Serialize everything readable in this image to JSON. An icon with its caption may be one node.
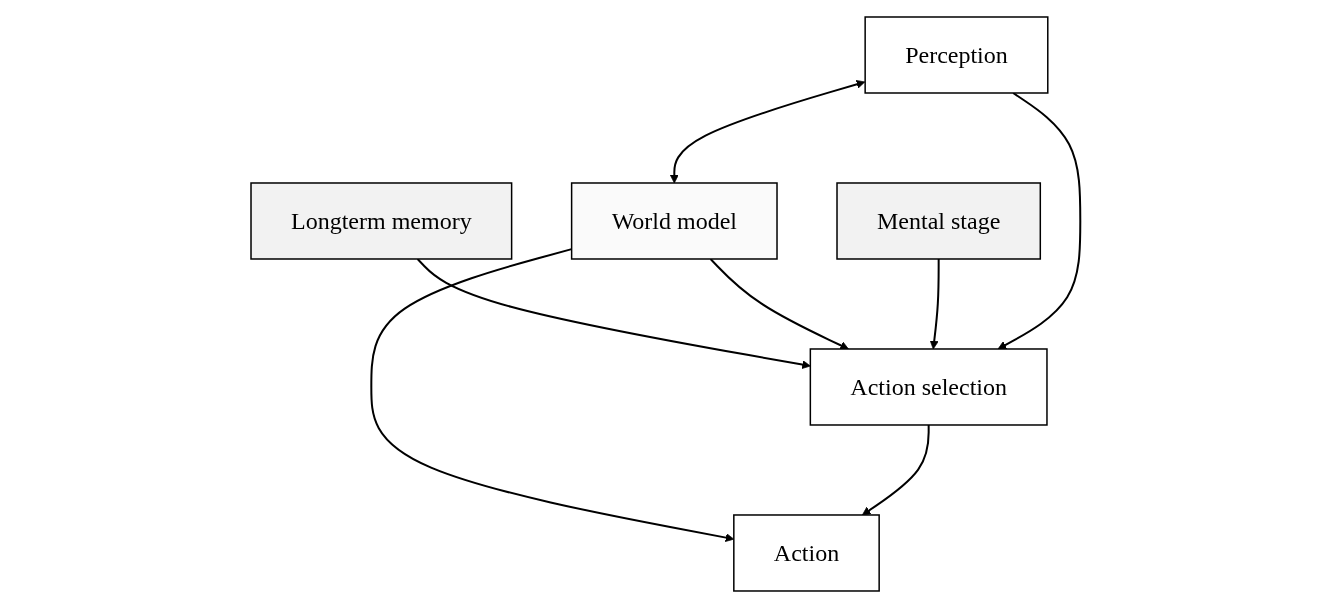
{
  "diagram": {
    "nodes": [
      {
        "text": [
          "Longterm memory"
        ]
      },
      {
        "text": [
          "World model"
        ]
      },
      {
        "text": [
          "Mental stage"
        ]
      },
      {
        "text": [
          "Perception"
        ]
      },
      {
        "text": [
          "Action selection"
        ]
      },
      {
        "text": [
          "Action"
        ]
      }
    ],
    "edges": [
      {
        "from": 0,
        "to": 4,
        "arrow": "to"
      },
      {
        "from": 3,
        "to": 1,
        "arrow": "both"
      },
      {
        "from": 1,
        "to": 4,
        "arrow": "to"
      },
      {
        "from": 1,
        "to": 5,
        "arrow": "to"
      },
      {
        "from": 2,
        "to": 4,
        "arrow": "to"
      },
      {
        "from": 3,
        "to": 4,
        "arrow": "to"
      },
      {
        "from": 4,
        "to": 5,
        "arrow": "to"
      }
    ]
  }
}
